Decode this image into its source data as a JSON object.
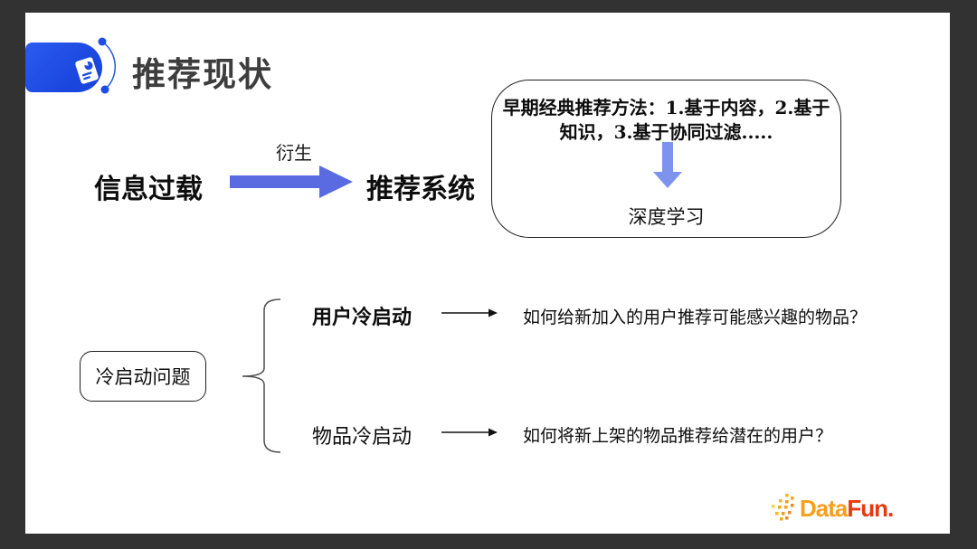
{
  "slide": {
    "title": "推荐现状"
  },
  "flow": {
    "source": "信息过载",
    "arrow_label": "衍生",
    "target": "推荐系统"
  },
  "methods_box": {
    "text": "早期经典推荐方法：1.基于内容，2.基于知识，3.基于协同过滤.....",
    "result": "深度学习"
  },
  "cold_start": {
    "root": "冷启动问题",
    "branches": [
      {
        "label": "用户冷启动",
        "question": "如何给新加入的用户推荐可能感兴趣的物品？"
      },
      {
        "label": "物品冷启动",
        "question": "如何将新上架的物品推荐给潜在的用户？"
      }
    ]
  },
  "logo": {
    "part1": "Data",
    "part2": "Fun."
  },
  "colors": {
    "frame_dark": "#323232",
    "badge_blue": "#1d4de4",
    "flow_arrow_blue": "#5a6ae1",
    "down_arrow_blue": "#7e93ee",
    "logo_orange": "#f79e1b",
    "logo_red": "#e8380d"
  }
}
